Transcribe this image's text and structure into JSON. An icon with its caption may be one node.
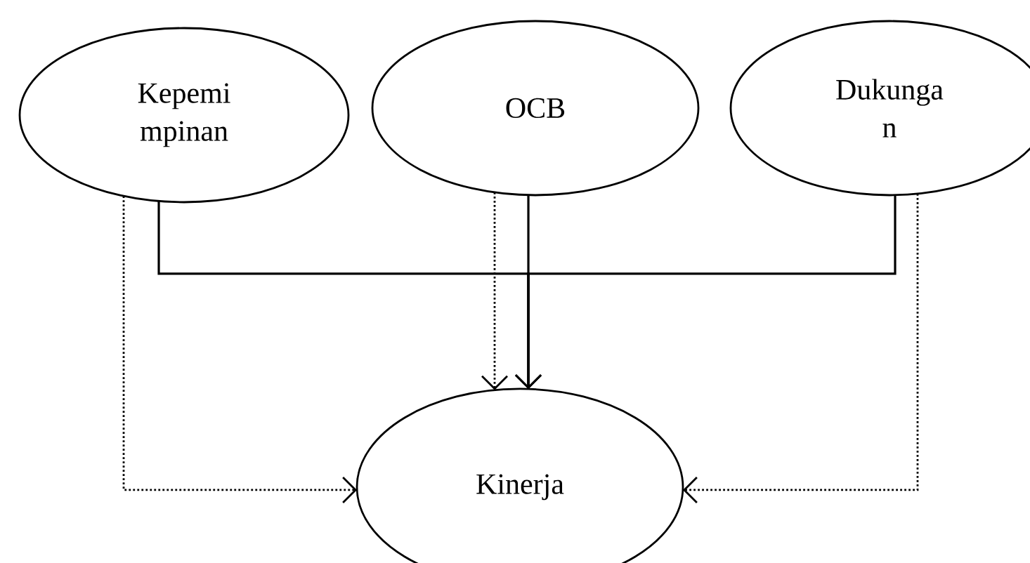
{
  "diagram": {
    "nodes": [
      {
        "text": [
          "Kepemi mpinan"
        ]
      },
      {
        "text": [
          "OCB"
        ]
      },
      {
        "text": [
          "Dukunga n"
        ]
      },
      {
        "text": [
          "Kinerja"
        ]
      }
    ],
    "edges": [
      {
        "from": 0,
        "to": 3,
        "arrow": "to"
      },
      {
        "from": 1,
        "to": 3,
        "arrow": "to"
      },
      {
        "from": 2,
        "to": 3,
        "arrow": "to"
      },
      {
        "from": 0,
        "to": 3,
        "arrow": "to",
        "style": "dashed"
      },
      {
        "from": 1,
        "to": 3,
        "arrow": "to",
        "style": "dashed"
      },
      {
        "from": 2,
        "to": 3,
        "arrow": "to",
        "style": "dashed"
      }
    ]
  }
}
